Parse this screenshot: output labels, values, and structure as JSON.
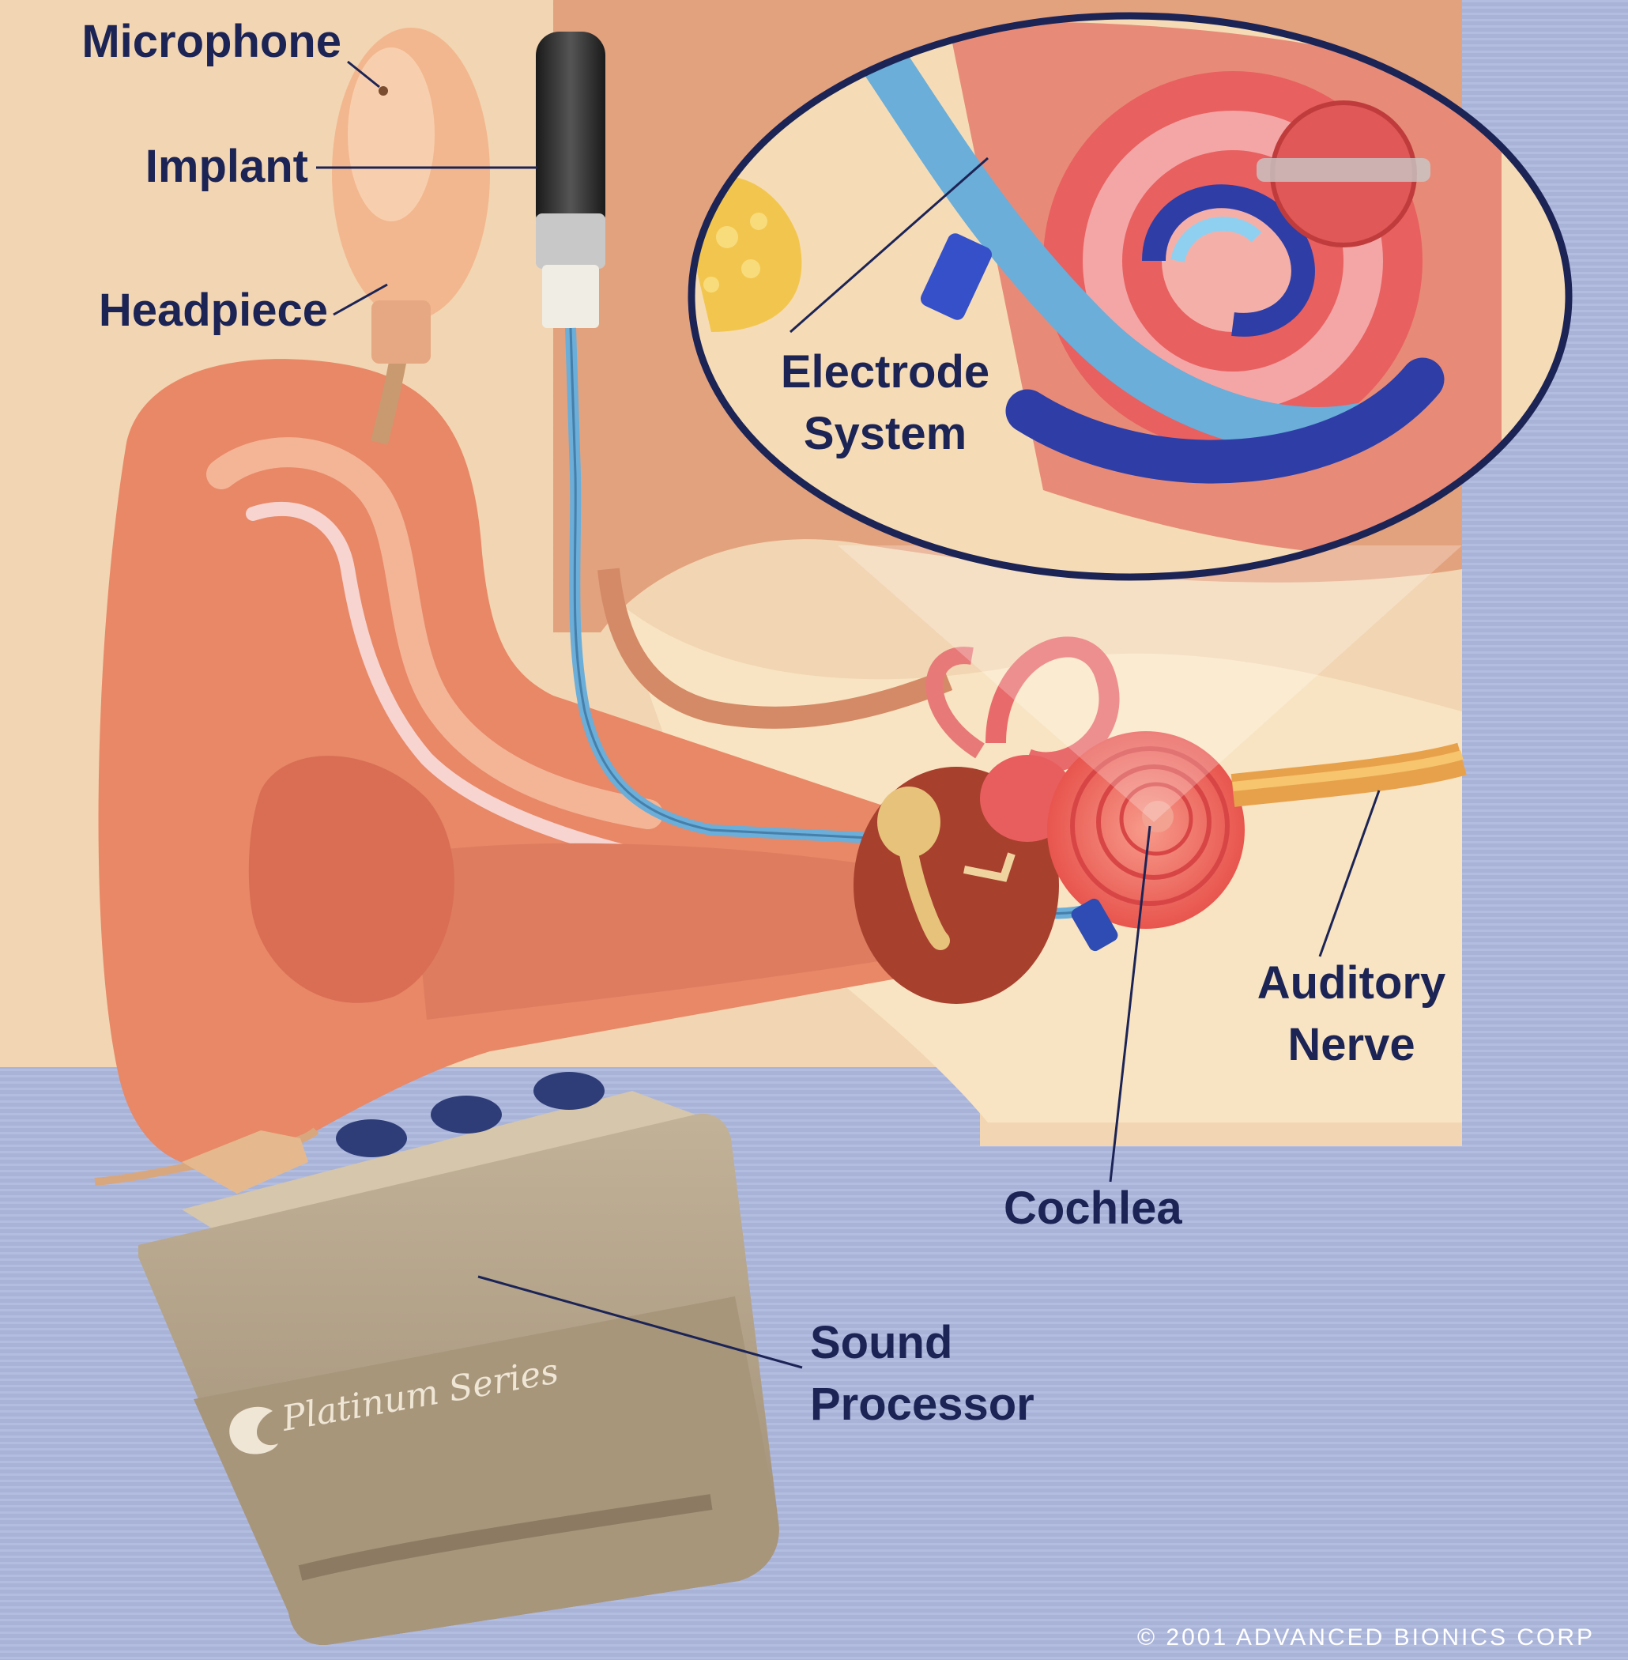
{
  "labels": {
    "microphone": "Microphone",
    "implant": "Implant",
    "headpiece": "Headpiece",
    "electrode_line1": "Electrode",
    "electrode_line2": "System",
    "auditory_line1": "Auditory",
    "auditory_line2": "Nerve",
    "cochlea": "Cochlea",
    "sound_line1": "Sound",
    "sound_line2": "Processor"
  },
  "processor_brand": "Platinum Series",
  "copyright": "© 2001 ADVANCED BIONICS CORP",
  "colors": {
    "background": "#a9b3d8",
    "label_text": "#1c2456",
    "skin": "#e88867",
    "bone": "#f7dcb4",
    "cochlea": "#ee5a5a",
    "electrode": "#6aaed9",
    "processor": "#b5a48a"
  }
}
